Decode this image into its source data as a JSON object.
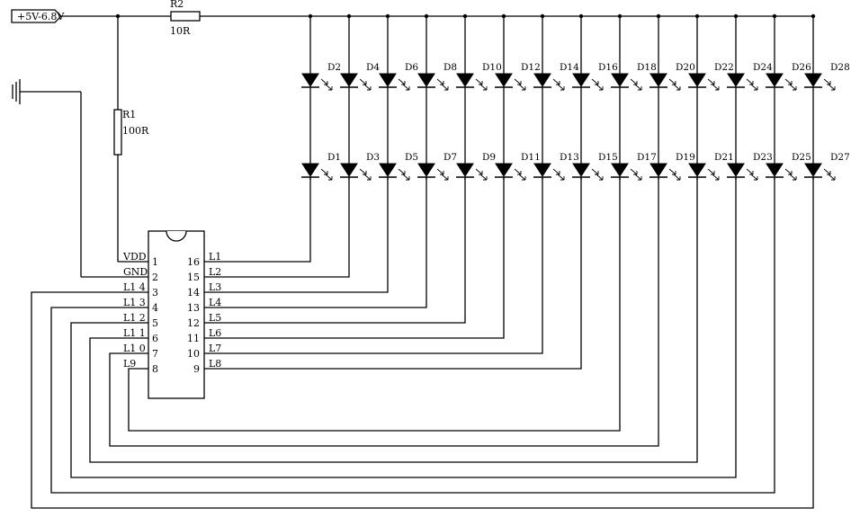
{
  "supply": {
    "label": "+5V-6.8V"
  },
  "r2": {
    "name": "R2",
    "value": "10R"
  },
  "r1": {
    "name": "R1",
    "value": "100R"
  },
  "ground": {
    "icon": "ground-icon"
  },
  "ic": {
    "left_pins": [
      {
        "label": "VDD",
        "num": "1"
      },
      {
        "label": "GND",
        "num": "2"
      },
      {
        "label": "L1 4",
        "num": "3"
      },
      {
        "label": "L1 3",
        "num": "4"
      },
      {
        "label": "L1 2",
        "num": "5"
      },
      {
        "label": "L1 1",
        "num": "6"
      },
      {
        "label": "L1 0",
        "num": "7"
      },
      {
        "label": "L9",
        "num": "8"
      }
    ],
    "right_pins": [
      {
        "label": "L1",
        "num": "16"
      },
      {
        "label": "L2",
        "num": "15"
      },
      {
        "label": "L3",
        "num": "14"
      },
      {
        "label": "L4",
        "num": "13"
      },
      {
        "label": "L5",
        "num": "12"
      },
      {
        "label": "L6",
        "num": "11"
      },
      {
        "label": "L7",
        "num": "10"
      },
      {
        "label": "L8",
        "num": "9"
      }
    ]
  },
  "diodes_top": [
    "D2",
    "D4",
    "D6",
    "D8",
    "D10",
    "D12",
    "D14",
    "D16",
    "D18",
    "D20",
    "D22",
    "D24",
    "D26",
    "D28"
  ],
  "diodes_bottom": [
    "D1",
    "D3",
    "D5",
    "D7",
    "D9",
    "D11",
    "D13",
    "D15",
    "D17",
    "D19",
    "D21",
    "D23",
    "D25",
    "D27"
  ]
}
